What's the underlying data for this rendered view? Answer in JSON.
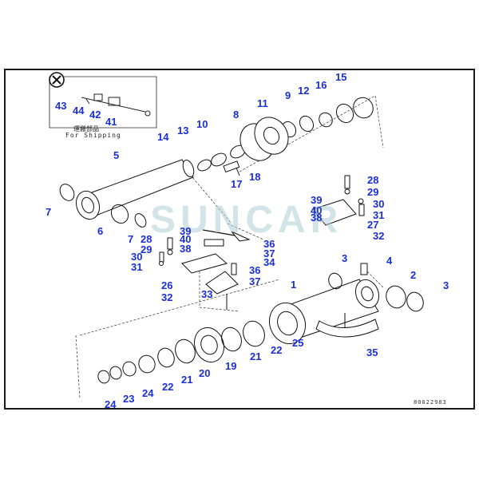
{
  "watermark": "SUNCAR",
  "shipping_label": "For Shipping",
  "shipping_label_cjk": "運搬部品",
  "drawing_number": "80022983",
  "colors": {
    "callout": "#1a2fd6",
    "line": "#111111",
    "border": "#1a1a1a",
    "watermark": "#afcdd7"
  },
  "callouts": {
    "c1": "1",
    "c2": "2",
    "c3a": "3",
    "c3b": "3",
    "c4": "4",
    "c5": "5",
    "c6": "6",
    "c7a": "7",
    "c7b": "7",
    "c8": "8",
    "c9": "9",
    "c10": "10",
    "c11": "11",
    "c12": "12",
    "c13": "13",
    "c14": "14",
    "c15": "15",
    "c16": "16",
    "c17": "17",
    "c18": "18",
    "c19": "19",
    "c20": "20",
    "c21a": "21",
    "c21b": "21",
    "c22a": "22",
    "c22b": "22",
    "c23": "23",
    "c24a": "24",
    "c24b": "24",
    "c25": "25",
    "c26": "26",
    "c27": "27",
    "c28a": "28",
    "c28b": "28",
    "c29a": "29",
    "c29b": "29",
    "c30a": "30",
    "c30b": "30",
    "c31a": "31",
    "c31b": "31",
    "c32a": "32",
    "c32b": "32",
    "c33": "33",
    "c34": "34",
    "c35": "35",
    "c36a": "36",
    "c36b": "36",
    "c37a": "37",
    "c37b": "37",
    "c38a": "38",
    "c38b": "38",
    "c39a": "39",
    "c39b": "39",
    "c40a": "40",
    "c40b": "40",
    "c41": "41",
    "c42": "42",
    "c43": "43",
    "c44": "44"
  }
}
